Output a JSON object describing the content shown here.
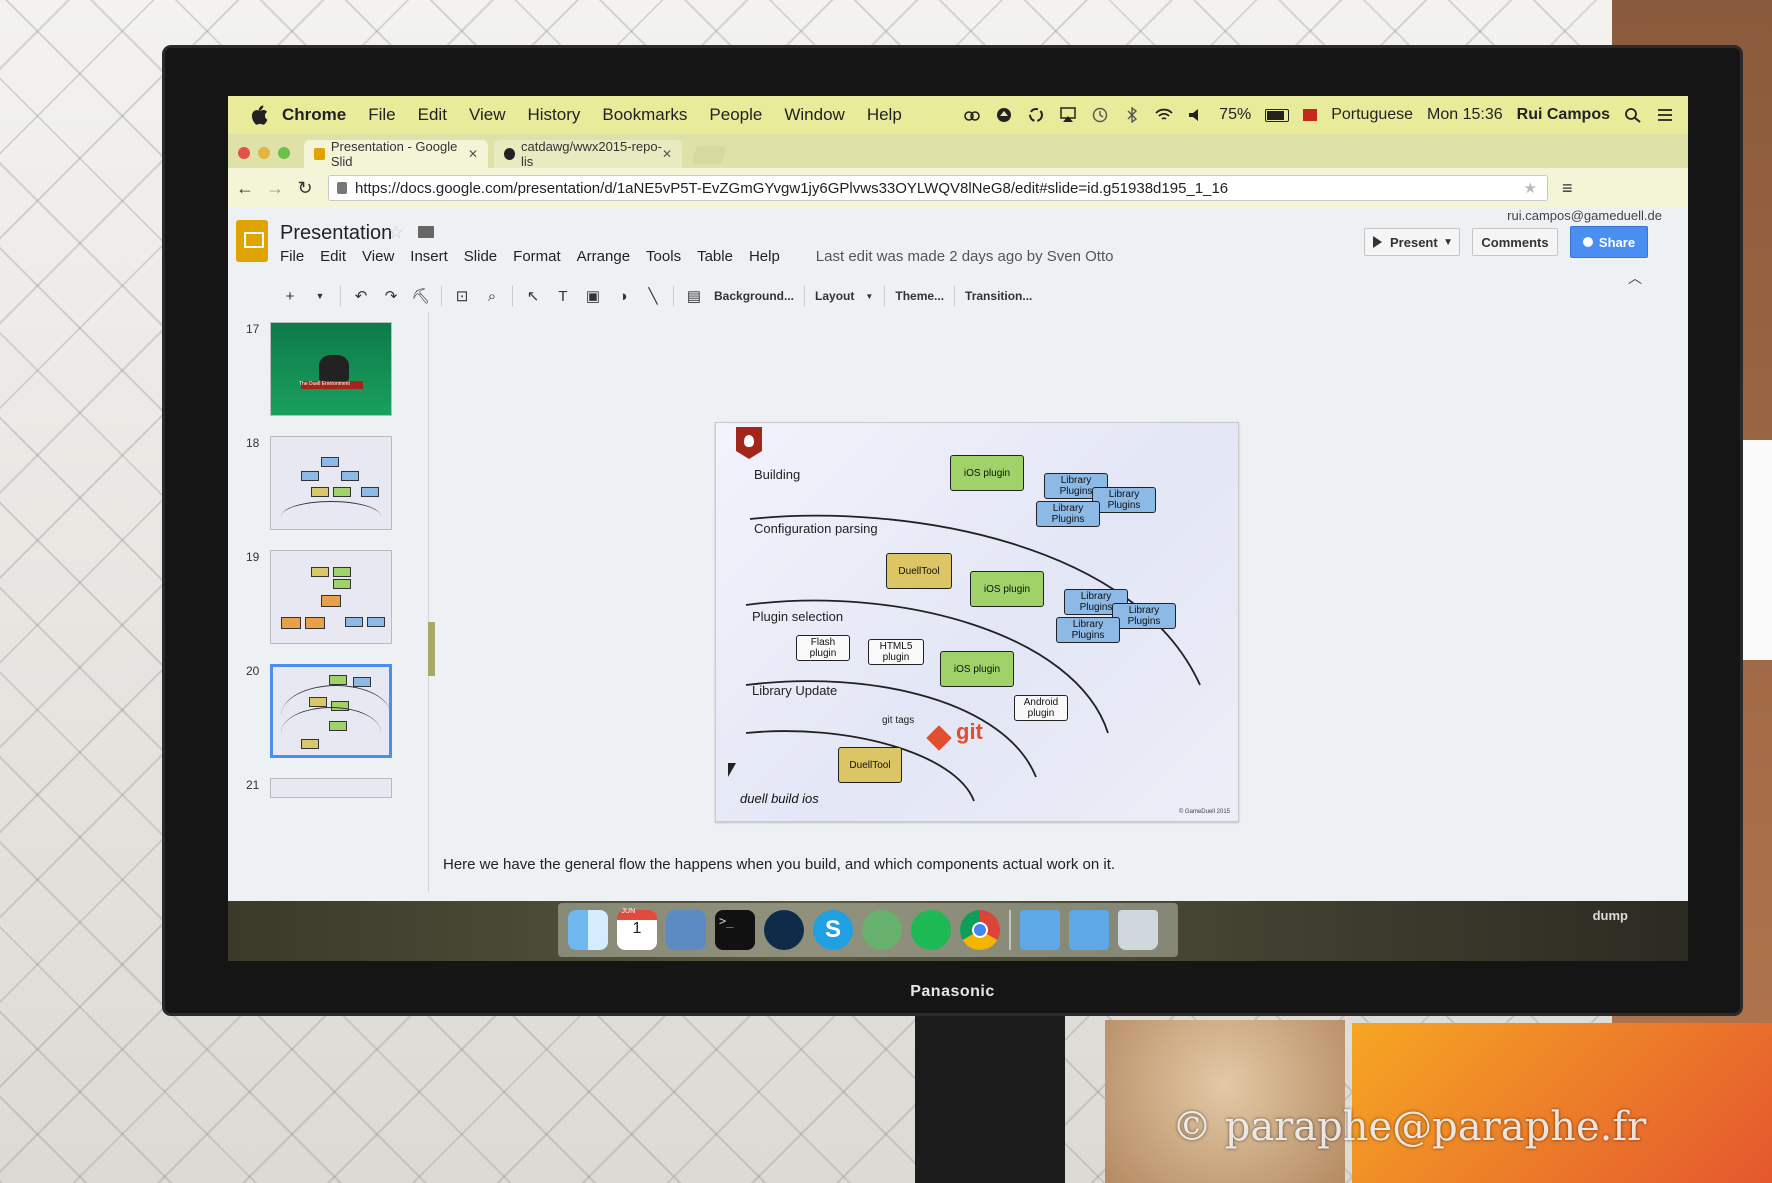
{
  "menubar": {
    "items": [
      "Chrome",
      "File",
      "Edit",
      "View",
      "History",
      "Bookmarks",
      "People",
      "Window",
      "Help"
    ],
    "battery": "75%",
    "battery_level": 0.75,
    "input_language": "Portuguese",
    "clock": "Mon 15:36",
    "user": "Rui Campos"
  },
  "tabs": [
    {
      "title": "Presentation - Google Slid",
      "active": true,
      "favicon_color": "#e0a400"
    },
    {
      "title": "catdawg/wwx2015-repo-lis",
      "active": false,
      "favicon_color": "#222222"
    }
  ],
  "address": {
    "url": "https://docs.google.com/presentation/d/1aNE5vP5T-EvZGmGYvgw1jy6GPlvws33OYLWQV8lNeG8/edit#slide=id.g51938d195_1_16"
  },
  "docs": {
    "title": "Presentation",
    "user_email": "rui.campos@gameduell.de",
    "menu": [
      "File",
      "Edit",
      "View",
      "Insert",
      "Slide",
      "Format",
      "Arrange",
      "Tools",
      "Table",
      "Help"
    ],
    "last_edit": "Last edit was made 2 days ago by Sven Otto",
    "present_label": "Present",
    "comments_label": "Comments",
    "share_label": "Share",
    "toolbar": {
      "background": "Background...",
      "layout": "Layout",
      "theme": "Theme...",
      "transition": "Transition..."
    }
  },
  "filmstrip": {
    "slides": [
      {
        "number": "17",
        "caption": "The Duell Environment"
      },
      {
        "number": "18"
      },
      {
        "number": "19"
      },
      {
        "number": "20",
        "selected": true
      },
      {
        "number": "21"
      }
    ]
  },
  "slide": {
    "stages": {
      "building": "Building",
      "config": "Configuration parsing",
      "plugin_selection": "Plugin selection",
      "library_update": "Library Update"
    },
    "boxes": {
      "ios_plugin": "iOS plugin",
      "duell_tool": "DuellTool",
      "flash_plugin": "Flash plugin",
      "html5_plugin": "HTML5 plugin",
      "android_plugin": "Android plugin",
      "library_plugins": "Library Plugins"
    },
    "git_tags": "git tags",
    "git": "git",
    "command": "duell build ios",
    "copyright": "© GameDuell 2015"
  },
  "speaker_notes": "Here we have the general flow the happens when you build, and which components actual work on it.",
  "dock": {
    "calendar_month": "JUN",
    "calendar_day": "1",
    "terminal_prompt": ">_",
    "skype_letter": "S",
    "dump_label": "dump"
  },
  "monitor": {
    "brand": "Panasonic"
  },
  "watermark": "© paraphe@paraphe.fr"
}
